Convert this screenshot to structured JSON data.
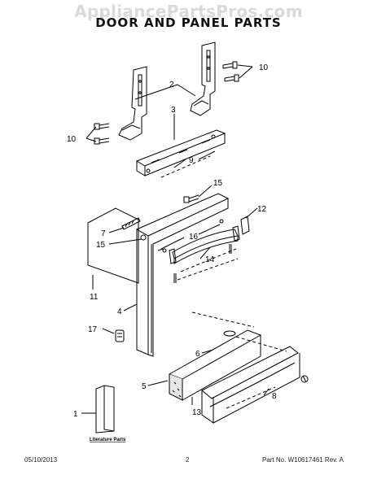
{
  "watermark": "AppliancePartsPros.com",
  "title": "DOOR AND PANEL PARTS",
  "callouts": {
    "hinge_screws_right": "10",
    "hinges": "2",
    "hinge_bracket": "3",
    "hinge_screws_left": "10",
    "bracket_rail": "9",
    "screw_top": "15",
    "gasket": "7",
    "screw_left": "15",
    "handle_screws": "16",
    "end_cap": "12",
    "handle": "14",
    "insulation": "11",
    "door_panel": "4",
    "latch": "17",
    "foam_block": "6",
    "toe_panel": "5",
    "toe_kick": "8",
    "toe_panel_insert": "13",
    "literature": "1"
  },
  "literature_label": "Literature Parts",
  "footer": {
    "date": "05/10/2013",
    "page": "2",
    "part_no": "Part No. W10617461  Rev. A"
  }
}
